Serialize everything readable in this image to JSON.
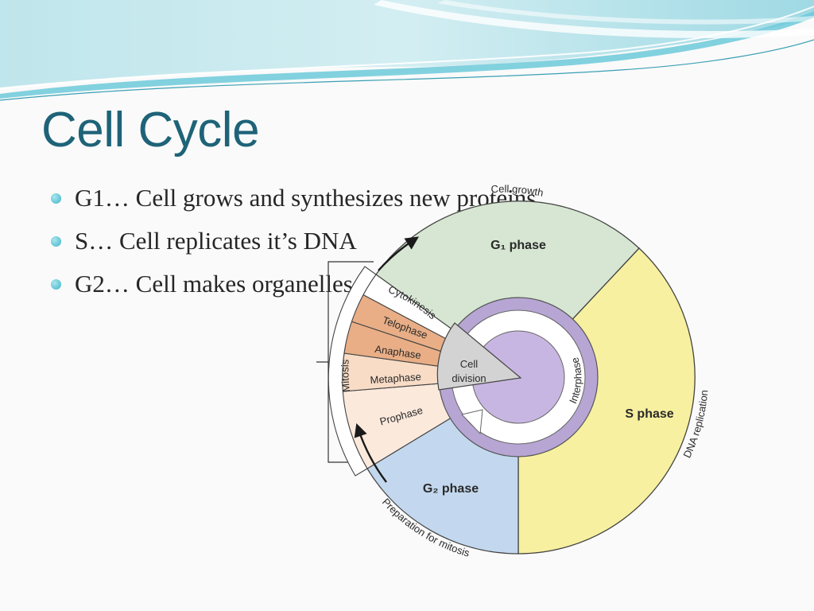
{
  "slide": {
    "title": "Cell Cycle",
    "bullets": [
      "G1… Cell grows and synthesizes new proteins",
      "S… Cell replicates it’s DNA",
      "G2… Cell makes organelles needed for cell division"
    ]
  },
  "diagram": {
    "g1_label": "G₁ phase",
    "s_label": "S phase",
    "g2_label": "G₂ phase",
    "cell_growth": "Cell growth",
    "dna_replication": "DNA replication",
    "prep_mitosis": "Preparation for mitosis",
    "cytokinesis": "Cytokinesis",
    "telophase": "Telophase",
    "anaphase": "Anaphase",
    "metaphase": "Metaphase",
    "prophase": "Prophase",
    "mitosis": "Mitosis",
    "cell_division_1": "Cell",
    "cell_division_2": "division",
    "interphase": "Interphase",
    "colors": {
      "g1": "#d6e6d2",
      "s": "#f7f0a0",
      "g2": "#c3d8ee",
      "mitosis_dark": "#e9ae86",
      "mitosis_light": "#f8dcc6",
      "prophase": "#fbe9dc",
      "cell_division": "#d3d3d3",
      "interphase_ring": "#b7a6d4",
      "interphase_core": "#c8b6e2",
      "title": "#1e6378"
    }
  }
}
